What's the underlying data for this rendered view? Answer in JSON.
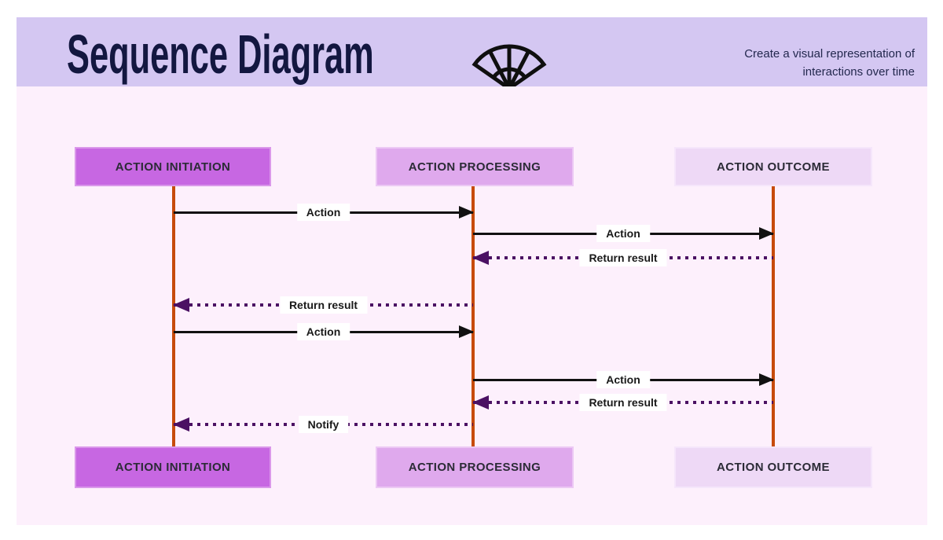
{
  "header": {
    "title": "Sequence Diagram",
    "subtitle": "Create a visual representation of\ninteractions over time",
    "icon": "hand-fan-icon"
  },
  "actors": [
    {
      "label": "ACTION INITIATION",
      "fill": "#c767e2",
      "border": "#da97ea"
    },
    {
      "label": "ACTION PROCESSING",
      "fill": "#dfa9ed",
      "border": "#ecc8f4"
    },
    {
      "label": "ACTION OUTCOME",
      "fill": "#eed9f6",
      "border": "#f5e6fb"
    }
  ],
  "messages": [
    {
      "label": "Action",
      "type": "solid",
      "direction": "right",
      "from": "ACTION INITIATION",
      "to": "ACTION PROCESSING"
    },
    {
      "label": "Action",
      "type": "solid",
      "direction": "right",
      "from": "ACTION PROCESSING",
      "to": "ACTION OUTCOME"
    },
    {
      "label": "Return result",
      "type": "dotted",
      "direction": "left",
      "from": "ACTION OUTCOME",
      "to": "ACTION PROCESSING"
    },
    {
      "label": "Return result",
      "type": "dotted",
      "direction": "left",
      "from": "ACTION PROCESSING",
      "to": "ACTION INITIATION"
    },
    {
      "label": "Action",
      "type": "solid",
      "direction": "right",
      "from": "ACTION INITIATION",
      "to": "ACTION PROCESSING"
    },
    {
      "label": "Action",
      "type": "solid",
      "direction": "right",
      "from": "ACTION PROCESSING",
      "to": "ACTION OUTCOME"
    },
    {
      "label": "Return result",
      "type": "dotted",
      "direction": "left",
      "from": "ACTION OUTCOME",
      "to": "ACTION PROCESSING"
    },
    {
      "label": "Notify",
      "type": "dotted",
      "direction": "left",
      "from": "ACTION PROCESSING",
      "to": "ACTION INITIATION"
    }
  ],
  "colors": {
    "header_bg": "#d4c7f2",
    "body_bg": "#fdf0fc",
    "title_text": "#131740",
    "lifeline": "#c74b0c",
    "solid_arrow": "#111111",
    "dotted_arrow": "#4b1163",
    "label_bg": "#ffffff"
  }
}
